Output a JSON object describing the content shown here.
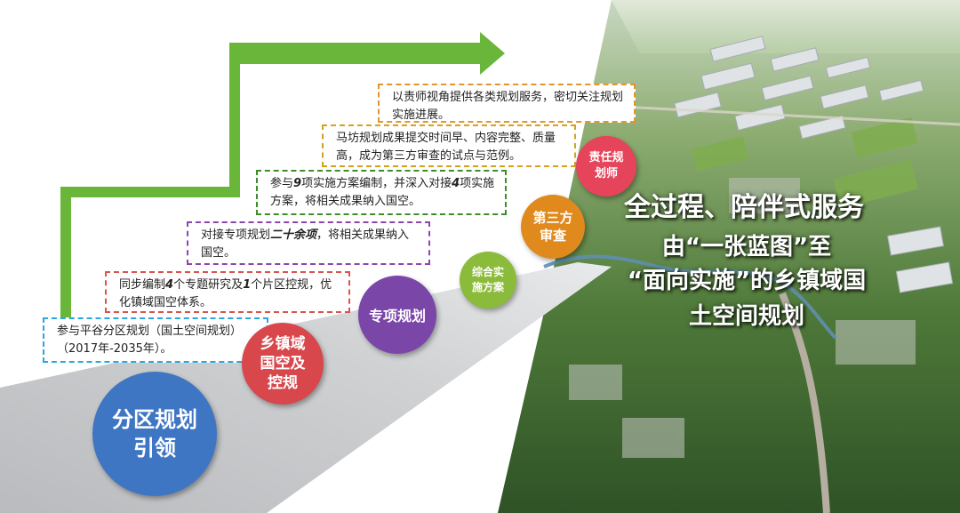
{
  "notes": {
    "n1": "参与平谷分区规划（国土空间规划）（2017年-2035年）。",
    "n2_pre": "同步编制",
    "n2_em1": "4",
    "n2_mid": "个专题研究及",
    "n2_em2": "1",
    "n2_post": "个片区控规，优化镇域国空体系。",
    "n3_pre": "对接专项规划",
    "n3_em": "二十余项",
    "n3_post": "，将相关成果纳入国空。",
    "n4_pre": "参与",
    "n4_em1": "9",
    "n4_mid": "项实施方案编制，并深入对接",
    "n4_em2": "4",
    "n4_post": "项实施方案，将相关成果纳入国空。",
    "n5": "马坊规划成果提交时间早、内容完整、质量高，成为第三方审查的试点与范例。",
    "n6": "以责师视角提供各类规划服务，密切关注规划实施进展。"
  },
  "stages": {
    "fenqu": "分区规划\n引领",
    "xiangzhen": "乡镇域\n国空及\n控规",
    "zhuanxiang": "专项规划",
    "zonghe": "综合实\n施方案",
    "disanfang": "第三方\n审查",
    "zeren": "责任规\n划师"
  },
  "headline": {
    "line1": "全过程、陪伴式服务",
    "line2": "由“一张蓝图”至",
    "line3": "“面向实施”的乡镇域国",
    "line4": "土空间规划"
  },
  "colors": {
    "arrow": "#6ab63a",
    "road": "#c3c5c8",
    "fenqu": "#3f76c4",
    "xiangzhen": "#d8474c",
    "zhuanxiang": "#7a46a8",
    "zonghe": "#8bbb3a",
    "disanfang": "#e08a1e",
    "zeren": "#e5445a"
  }
}
